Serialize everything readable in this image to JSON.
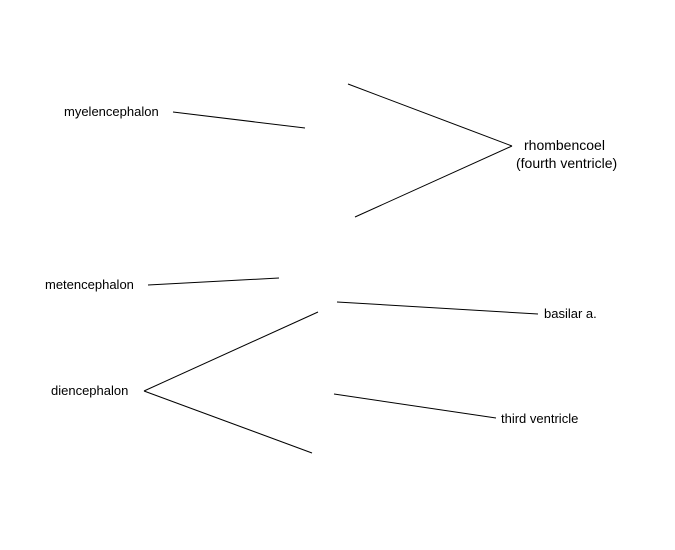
{
  "labels": {
    "myelencephalon": "myelencephalon",
    "rhombencoel_line1": "rhombencoel",
    "rhombencoel_line2": "(fourth ventricle)",
    "metencephalon": "metencephalon",
    "basilar": "basilar a.",
    "diencephalon": "diencephalon",
    "third_ventricle": "third ventricle"
  },
  "colors": {
    "line": "#000000",
    "background": "#ffffff"
  }
}
